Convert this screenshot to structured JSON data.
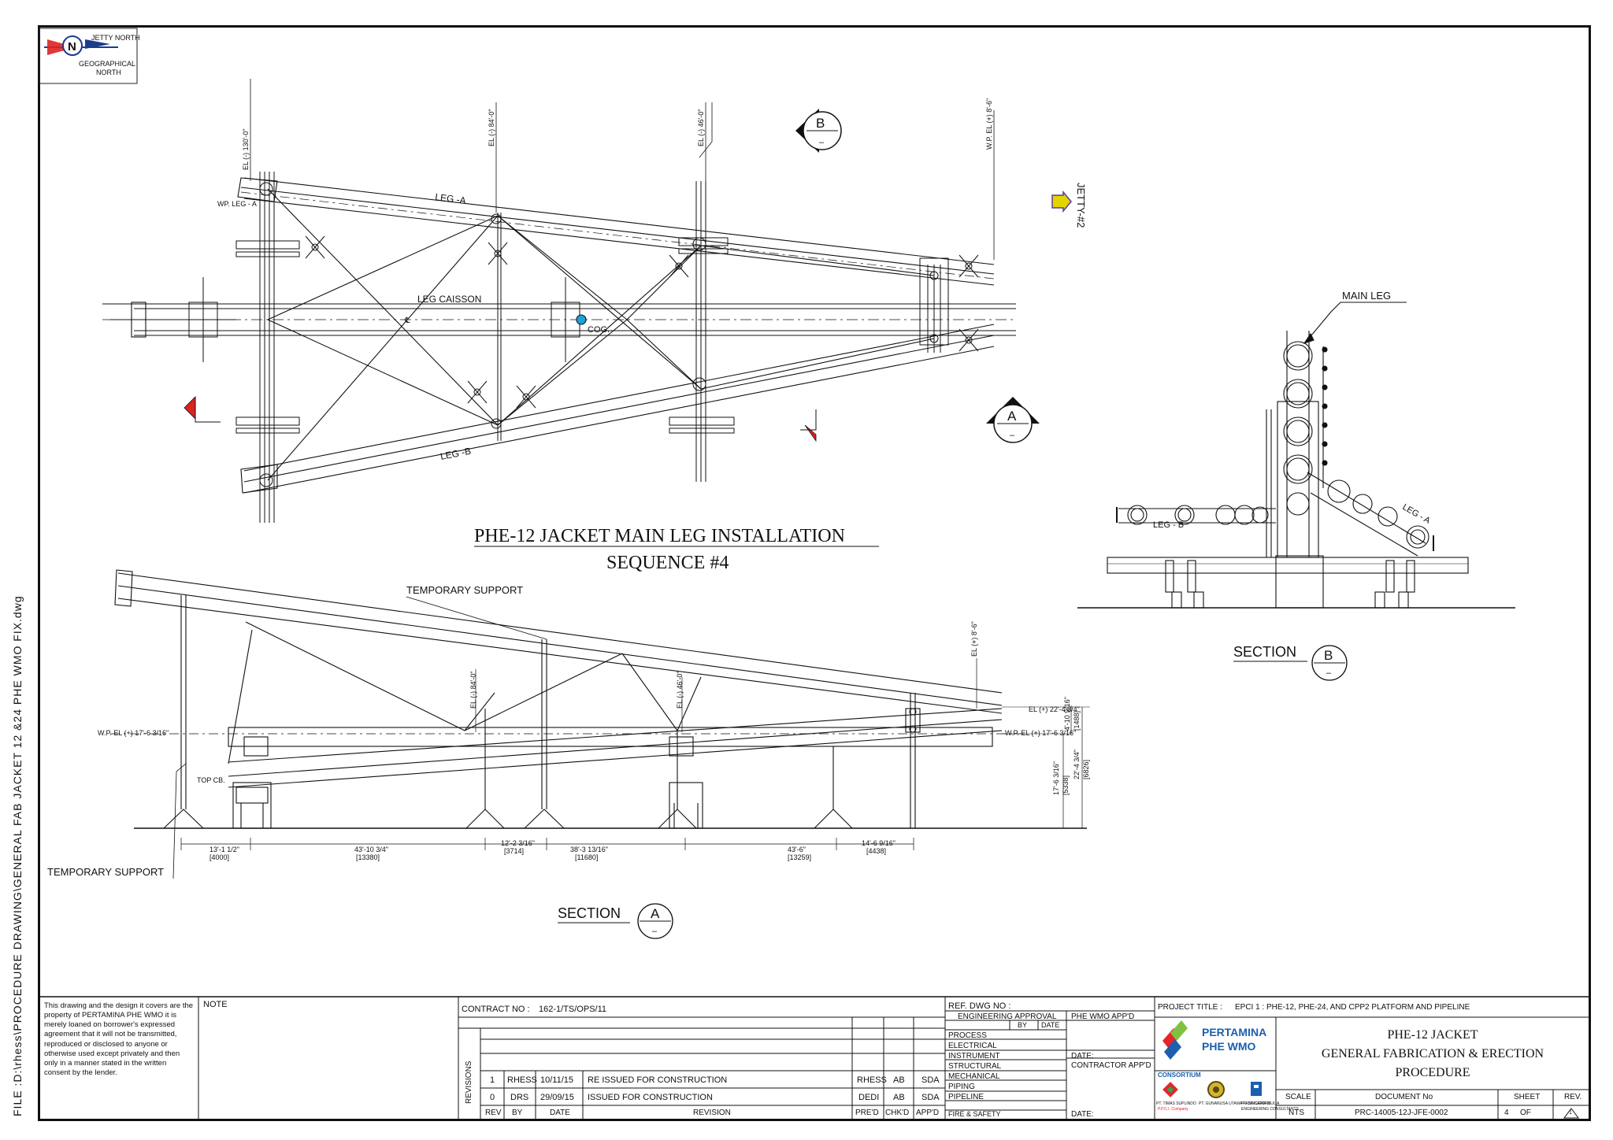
{
  "file_path": "FILE :D:\\rhess\\PROCEDURE DRAWING\\GENERAL FAB JACKET 12 &24 PHE WMO FIX.dwg",
  "north": {
    "n": "N",
    "jetty_north": "JETTY NORTH",
    "geo1": "GEOGRAPHICAL",
    "geo2": "NORTH"
  },
  "drawing_title": {
    "line1": "PHE-12 JACKET MAIN LEG INSTALLATION",
    "line2": "SEQUENCE #4"
  },
  "plan_labels": {
    "leg_a": "LEG -A",
    "leg_b": "LEG -B",
    "leg_caisson": "LEG CAISSON",
    "cog": "COG.",
    "wp_leg_a": "WP. LEG - A",
    "jetty": "JETTY-#2",
    "el_130": "EL (-) 130'-0\"",
    "el_84": "EL (-) 84'-0\"",
    "el_46": "EL (-) 46'-0\"",
    "el_8": "W.P. EL (+) 8'-6\"",
    "cl": "℄"
  },
  "section_markers": {
    "b": "B",
    "a": "A",
    "dash": "–"
  },
  "section_b": {
    "main_leg": "MAIN LEG",
    "leg_a": "LEG - A",
    "leg_b": "LEG - B",
    "label": "SECTION",
    "letter": "B"
  },
  "section_a": {
    "temporary_support": "TEMPORARY SUPPORT",
    "label": "SECTION",
    "letter": "A",
    "top_cb": "TOP CB.",
    "wp_el_left": "W.P. EL (+) 17'-6 3/16\"",
    "wp_el_right": "W.P. EL (+) 17'-6 3/16\"",
    "el_right": "EL (+) 22'-4 3/4\"",
    "el_84": "EL (-) 84'-0\"",
    "el_46": "EL (-) 46'-0\"",
    "el_8": "EL (+) 8'-6\"",
    "dims": [
      {
        "ft": "13'-1 1/2\"",
        "mm": "[4000]"
      },
      {
        "ft": "43'-10 3/4\"",
        "mm": "[13380]"
      },
      {
        "ft": "12'-2 3/16\"",
        "mm": "[3714]"
      },
      {
        "ft": "38'-3 13/16\"",
        "mm": "[11680]"
      },
      {
        "ft": "43'-6\"",
        "mm": "[13259]"
      },
      {
        "ft": "14'-6 9/16\"",
        "mm": "[4438]"
      }
    ],
    "v_dims": [
      {
        "ft": "17'-6 3/16\"",
        "mm": "[5338]"
      },
      {
        "ft": "22'-4 3/4\"",
        "mm": "[6826]"
      },
      {
        "ft": "4'-10 9/16\"",
        "mm": "[1488]"
      }
    ]
  },
  "title_block": {
    "disclaimer": "This drawing and the design it covers are the property of PERTAMINA PHE WMO it is merely loaned on borrower's expressed agreement that it will not be transmitted, reproduced or disclosed to anyone or otherwise used except privately and then only in a manner stated in the written consent by the lender.",
    "note": "NOTE",
    "contract_label": "CONTRACT NO :",
    "contract_no": "162-1/TS/OPS/11",
    "revisions_label": "REVISIONS",
    "rev_rows": [
      {
        "rev": "1",
        "by": "RHESS",
        "date": "10/11/15",
        "revision": "RE ISSUED FOR CONSTRUCTION",
        "pre": "RHESS",
        "chk": "AB",
        "app": "SDA"
      },
      {
        "rev": "0",
        "by": "DRS",
        "date": "29/09/15",
        "revision": "ISSUED FOR CONSTRUCTION",
        "pre": "DEDI",
        "chk": "AB",
        "app": "SDA"
      }
    ],
    "rev_headers": {
      "rev": "REV",
      "by": "BY",
      "date": "DATE",
      "revision": "REVISION",
      "pre": "PRE'D",
      "chk": "CHK'D",
      "app": "APP'D"
    },
    "ref_dwg": "REF. DWG NO :",
    "eng_approval": "ENGINEERING APPROVAL",
    "by": "BY",
    "date": "DATE",
    "disciplines": [
      "PROCESS",
      "ELECTRICAL",
      "INSTRUMENT",
      "STRUCTURAL",
      "MECHANICAL",
      "PIPING",
      "PIPELINE",
      "FIRE & SAFETY"
    ],
    "phe_app": "PHE WMO APP'D",
    "date_label": "DATE:",
    "contractor_app": "CONTRACTOR APP'D",
    "project_title_label": "PROJECT TITLE :",
    "project_title": "EPCI 1 : PHE-12, PHE-24, AND CPP2 PLATFORM AND PIPELINE",
    "client1": "PERTAMINA",
    "client2": "PHE WMO",
    "consortium": "CONSORTIUM",
    "consortium_members": [
      "PT. TIMAS SUPLINDO",
      "PT. GUNANUSA UTAMA FABRICATORS",
      "PT. SINGGAR MULIA"
    ],
    "member_captions": [
      "P.P.C.I. Company",
      "",
      "ENGINEERING CONSULTANTS"
    ],
    "dwg_title": [
      "PHE-12 JACKET",
      "GENERAL FABRICATION & ERECTION",
      "PROCEDURE"
    ],
    "scale_label": "SCALE",
    "scale": "NTS",
    "doc_label": "DOCUMENT No",
    "doc_no": "PRC-14005-12J-JFE-0002",
    "sheet_label": "SHEET",
    "sheet_no": "4",
    "sheet_of": "OF",
    "rev_label": "REV.",
    "rev_value": "1",
    "colors": {
      "pertamina_red": "#e3262b",
      "pertamina_blue": "#1b5fae",
      "pertamina_green": "#7fc241"
    }
  }
}
